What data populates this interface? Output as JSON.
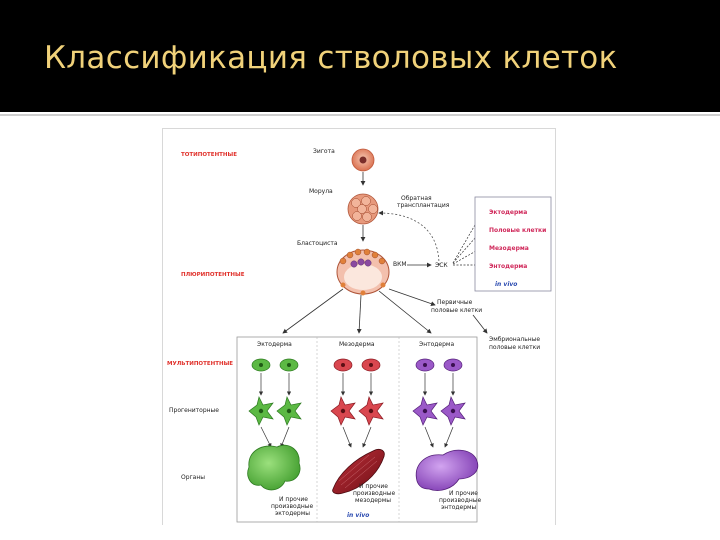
{
  "slide": {
    "title": "Классификация стволовых клеток"
  },
  "figure": {
    "levels": {
      "totipotent": "ТОТИПОТЕНТНЫЕ",
      "pluripotent": "ПЛЮРИПОТЕНТНЫЕ",
      "multipotent": "МУЛЬТИПОТЕНТНЫЕ"
    },
    "stages": {
      "zygote": "Зигота",
      "morula": "Морула",
      "blastocyst": "Бластоциста",
      "icm": "ВКМ",
      "esc": "ЭСК",
      "back_transplant_1": "Обратная",
      "back_transplant_2": "трансплантация",
      "primary_germ_1": "Первичные",
      "primary_germ_2": "половые клетки",
      "embryonic_germ_1": "Эмбриональные",
      "embryonic_germ_2": "половые клетки"
    },
    "in_vivo_box": {
      "items": [
        "Эктодерма",
        "Половые клетки",
        "Мезодерма",
        "Энтодерма"
      ],
      "note": "in vivo"
    },
    "germ_layers": [
      "Эктодерма",
      "Мезодерма",
      "Энтодерма"
    ],
    "rows": {
      "progenitors": "Прогениторные",
      "organs": "Органы"
    },
    "organ_notes": {
      "ecto_1": "И прочие",
      "ecto_2": "производные",
      "ecto_3": "эктодермы",
      "meso_1": "И прочие",
      "meso_2": "производные",
      "meso_3": "мезодермы",
      "endo_1": "И прочие",
      "endo_2": "производные",
      "endo_3": "энтодермы"
    },
    "bottom_note": "in vivo",
    "colors": {
      "ecto": "#5cb944",
      "meso": "#d9474f",
      "endo": "#9b59c8",
      "zygote": "#e88a6e",
      "accent": "#f1d27a"
    }
  }
}
